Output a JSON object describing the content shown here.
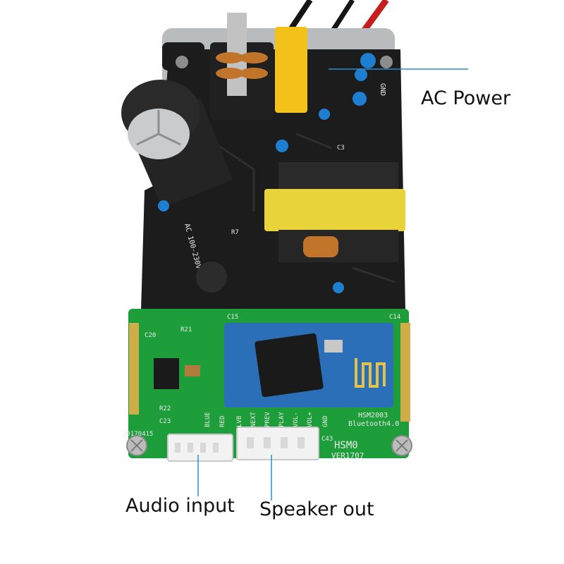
{
  "callouts": {
    "ac_power": "AC Power",
    "audio_input": "Audio input",
    "speaker_out": "Speaker out"
  },
  "board_marks": {
    "top_board_rating": "AC 100-230V",
    "bt_module_name": "HSM2003",
    "bt_module_version": "Bluetooth4.0",
    "bottom_model": "HSM0",
    "bottom_version": "VER1707",
    "date_code": "20170415",
    "pin_labels": [
      "BLUE",
      "RED",
      "LVB",
      "NEXT",
      "PREV",
      "PLAY",
      "VOL-",
      "VOL+",
      "GND"
    ],
    "ref_c15": "C15",
    "ref_c14": "C14",
    "ref_c20": "C20",
    "ref_r21": "R21",
    "ref_r22": "R22",
    "ref_c23": "C23",
    "ref_c43": "C43",
    "ref_r7": "R7",
    "ref_c3": "C3",
    "ref_gnd": "GND"
  },
  "colors": {
    "callout_line": "#2a8fd6",
    "top_pcb": "#1c1c1c",
    "bottom_pcb": "#1e9e3a",
    "bt_module": "#2b6fb8",
    "transformer_tape": "#e8d33a",
    "x_capacitor": "#f2c21b"
  }
}
